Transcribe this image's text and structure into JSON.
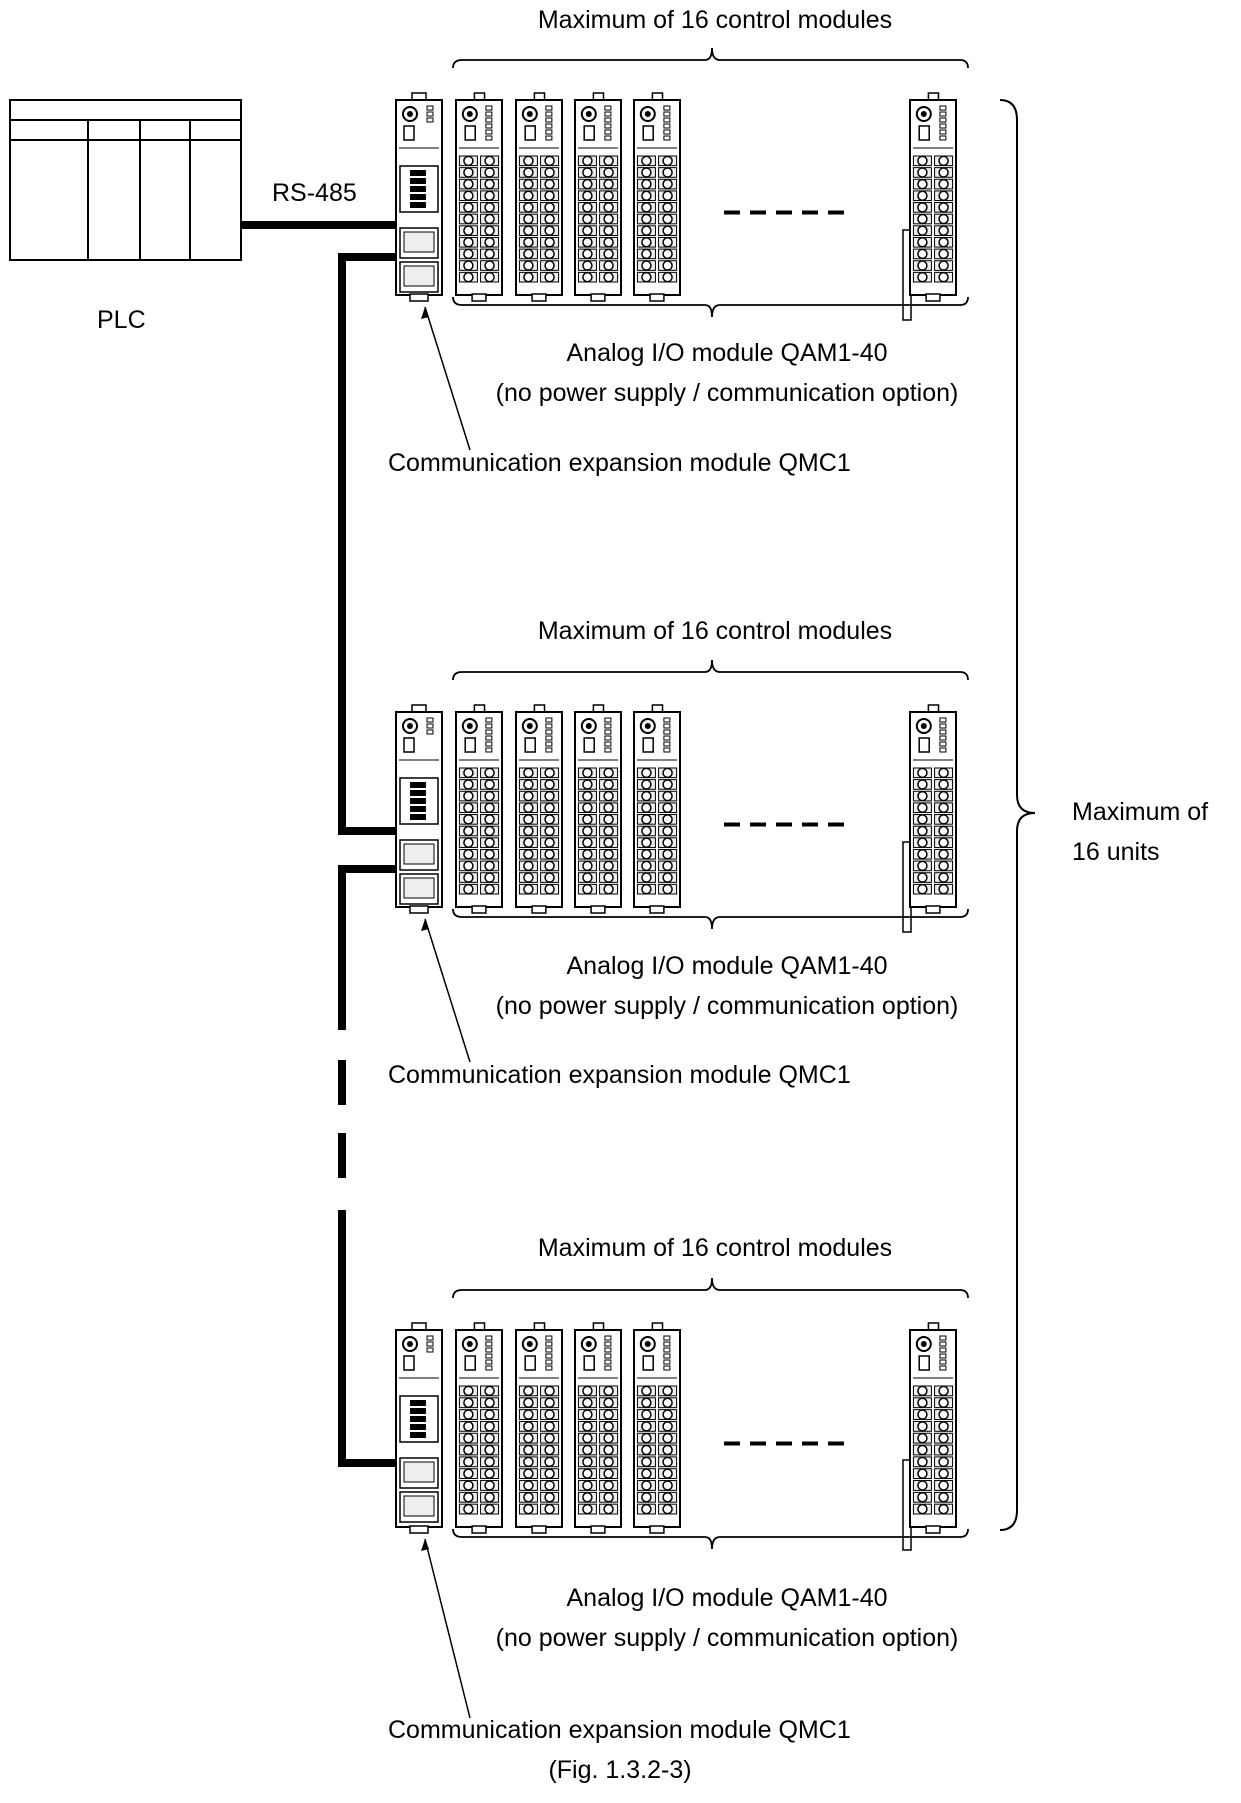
{
  "plc": {
    "label": "PLC"
  },
  "link": {
    "label": "RS-485"
  },
  "units": [
    {
      "control_label": "Maximum of 16 control modules",
      "analog_label_line1": "Analog I/O module QAM1-40",
      "analog_label_line2": "(no power supply / communication option)",
      "qmc_label": "Communication expansion module QMC1"
    },
    {
      "control_label": "Maximum of 16 control modules",
      "analog_label_line1": "Analog I/O module QAM1-40",
      "analog_label_line2": "(no power supply / communication option)",
      "qmc_label": "Communication expansion module QMC1"
    },
    {
      "control_label": "Maximum of 16 control modules",
      "analog_label_line1": "Analog I/O module QAM1-40",
      "analog_label_line2": "(no power supply / communication option)",
      "qmc_label": "Communication expansion module QMC1"
    }
  ],
  "units_brace": {
    "line1": "Maximum of",
    "line2": "16 units"
  },
  "figure_caption": "(Fig. 1.3.2-3)",
  "colors": {
    "ink": "#000000",
    "paper": "#ffffff",
    "module_fill": "#eeeeee"
  }
}
